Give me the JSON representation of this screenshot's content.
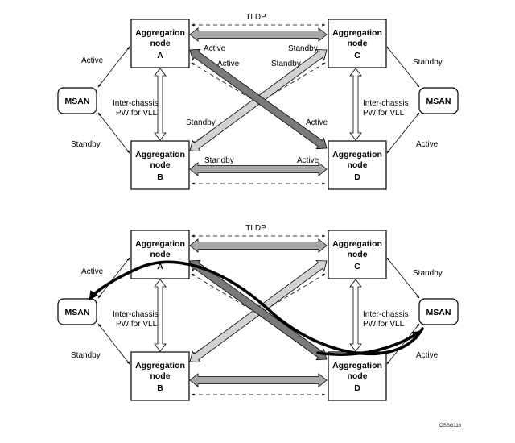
{
  "colors": {
    "stroke": "#000000",
    "arrow_dark": "#7a7a7a",
    "arrow_mid": "#a8a8a8",
    "arrow_light": "#d2d2d2",
    "arrow_white": "#ffffff",
    "traffic_path": "#000000"
  },
  "nodes": {
    "title_line1": "Aggregation",
    "title_line2": "node",
    "a": "A",
    "b": "B",
    "c": "C",
    "d": "D"
  },
  "msan": "MSAN",
  "labels": {
    "tldp": "TLDP",
    "active": "Active",
    "standby": "Standby",
    "inter_chassis_1": "Inter-chassis",
    "inter_chassis_2": "PW for VLL"
  },
  "figure_ref": "OSSG116"
}
